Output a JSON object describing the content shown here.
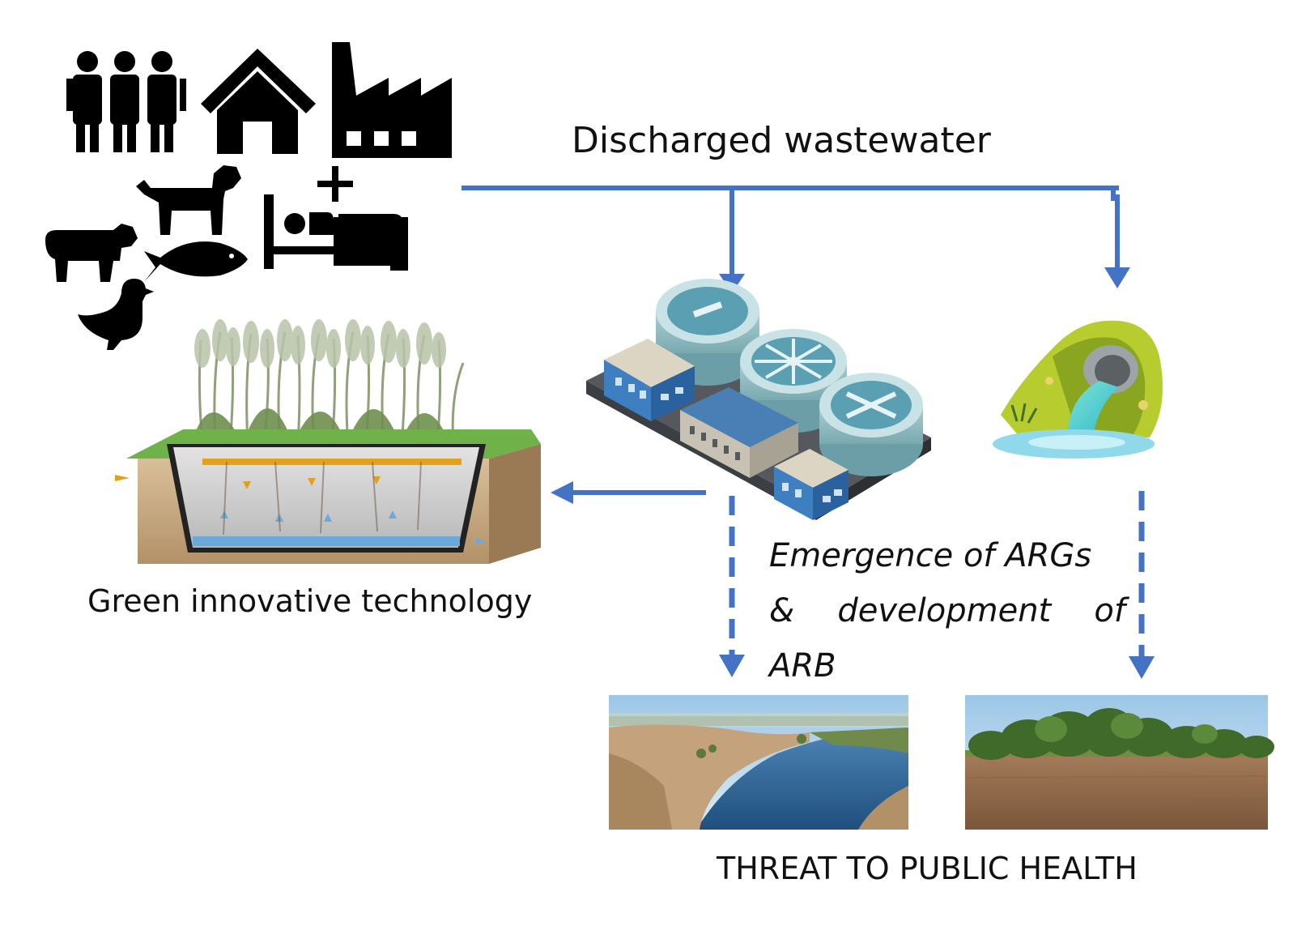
{
  "labels": {
    "discharged": "Discharged wastewater",
    "green_tech": "Green innovative technology",
    "threat": "THREAT TO PUBLIC HEALTH",
    "emergence_line1": "Emergence of ARGs",
    "emergence_line2_a": "&",
    "emergence_line2_b": "development",
    "emergence_line2_c": "of",
    "emergence_line3": "ARB"
  },
  "icons": {
    "sources": [
      "people-icon",
      "house-icon",
      "factory-icon",
      "dog-icon",
      "hospital-bed-icon",
      "cow-icon",
      "fish-icon",
      "duck-icon"
    ],
    "treatment_plant": "wastewater-treatment-plant-icon",
    "discharge_pipe": "discharge-pipe-icon",
    "wetland": "constructed-wetland-icon",
    "river": "river-photo",
    "field": "field-photo"
  },
  "colors": {
    "arrow": "#4472c4",
    "icon": "#000000"
  }
}
